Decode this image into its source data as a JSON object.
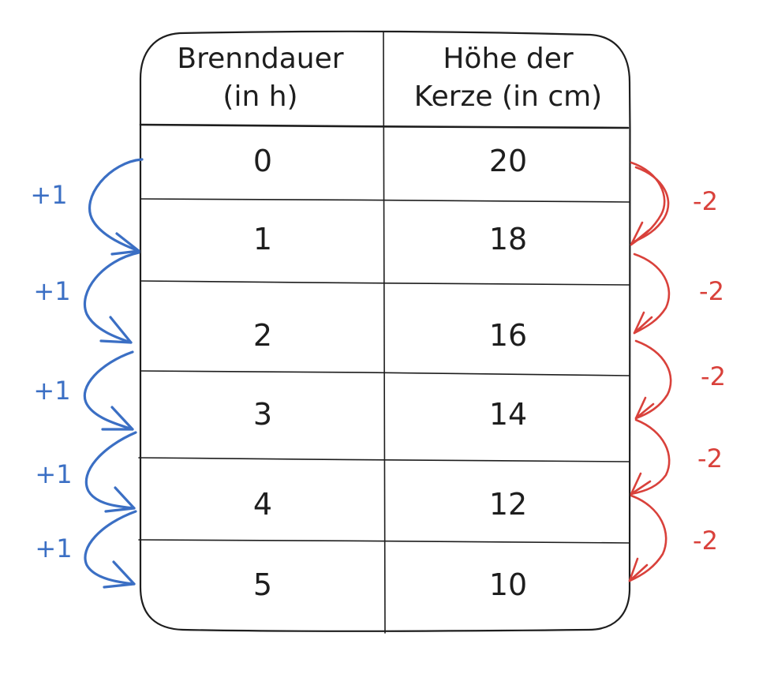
{
  "table": {
    "headers": {
      "col1": [
        "Brenndauer",
        "(in h)"
      ],
      "col2": [
        "Höhe der",
        "Kerze (in cm)"
      ]
    },
    "rows": [
      {
        "time": "0",
        "height": "20"
      },
      {
        "time": "1",
        "height": "18"
      },
      {
        "time": "2",
        "height": "16"
      },
      {
        "time": "3",
        "height": "14"
      },
      {
        "time": "4",
        "height": "12"
      },
      {
        "time": "5",
        "height": "10"
      }
    ]
  },
  "arrows": {
    "left_labels": [
      "+1",
      "+1",
      "+1",
      "+1",
      "+1"
    ],
    "right_labels": [
      "-2",
      "-2",
      "-2",
      "-2",
      "-2"
    ],
    "left_color": "#3b6fc4",
    "right_color": "#d9413b"
  }
}
